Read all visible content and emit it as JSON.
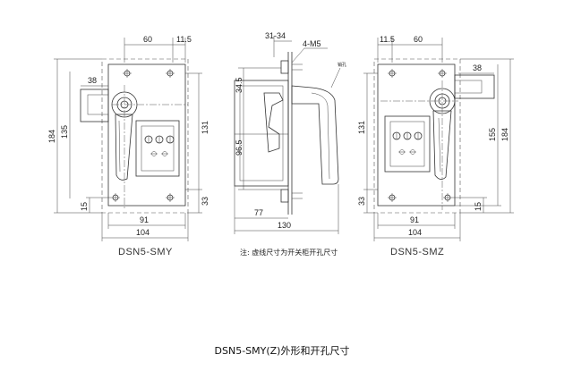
{
  "diagram": {
    "left_view": {
      "label": "DSN5-SMY",
      "dims": {
        "top_a": "60",
        "top_b": "11.5",
        "side_a": "38",
        "outer_h": "184",
        "inner_h": "135",
        "right_h": "131",
        "bot_r": "33",
        "bot_l": "15",
        "w_inner": "91",
        "w_outer": "104"
      }
    },
    "side_view": {
      "dims": {
        "top": "31-34",
        "screw": "4-M5",
        "up": "34.5",
        "mid": "96.5",
        "depth": "77",
        "total": "130"
      },
      "tag": "销孔",
      "note": "注: 虚线尺寸为开关柜开孔尺寸"
    },
    "right_view": {
      "label": "DSN5-SMZ",
      "dims": {
        "top_a": "11.5",
        "top_b": "60",
        "side_a": "38",
        "outer_h": "184",
        "inner_h": "155",
        "left_h": "131",
        "bot_l": "33",
        "bot_r": "15",
        "w_inner": "91",
        "w_outer": "104"
      }
    }
  },
  "caption": "DSN5-SMY(Z)外形和开孔尺寸"
}
